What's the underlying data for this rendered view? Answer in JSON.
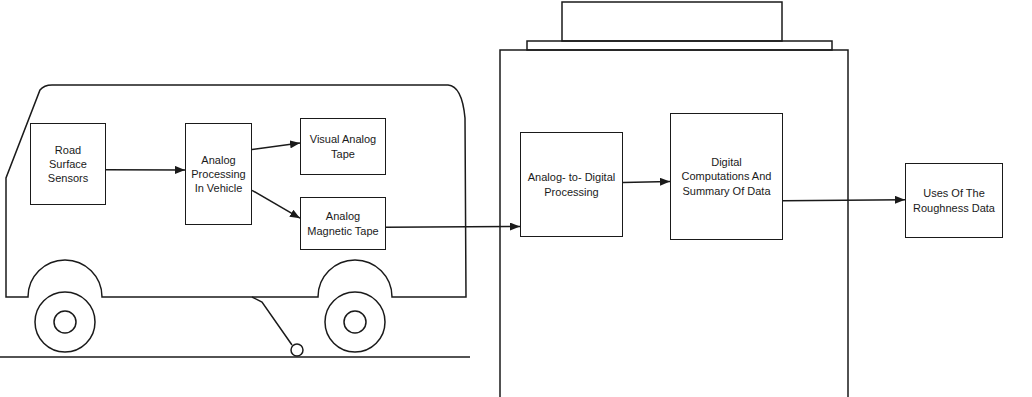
{
  "diagram": {
    "nodes": [
      {
        "text": [
          "Road Surface Sensors"
        ]
      },
      {
        "text": [
          "Analog Processing In Vehicle"
        ]
      },
      {
        "text": [
          "Visual Analog Tape"
        ]
      },
      {
        "text": [
          "Analog Magnetic Tape"
        ]
      },
      {
        "text": [
          "Analog- to- Digital Processing"
        ]
      },
      {
        "text": [
          "Digital Computations And Summary Of Data"
        ]
      },
      {
        "text": [
          "Uses Of The Roughness Data"
        ]
      }
    ],
    "edges": [
      {
        "from": 0,
        "to": 1,
        "arrow": "to"
      },
      {
        "from": 1,
        "to": 2,
        "arrow": "to"
      },
      {
        "from": 1,
        "to": 3,
        "arrow": "to"
      },
      {
        "from": 3,
        "to": 4,
        "arrow": "to"
      },
      {
        "from": 4,
        "to": 5,
        "arrow": "to"
      },
      {
        "from": 5,
        "to": 6,
        "arrow": "to"
      }
    ]
  }
}
